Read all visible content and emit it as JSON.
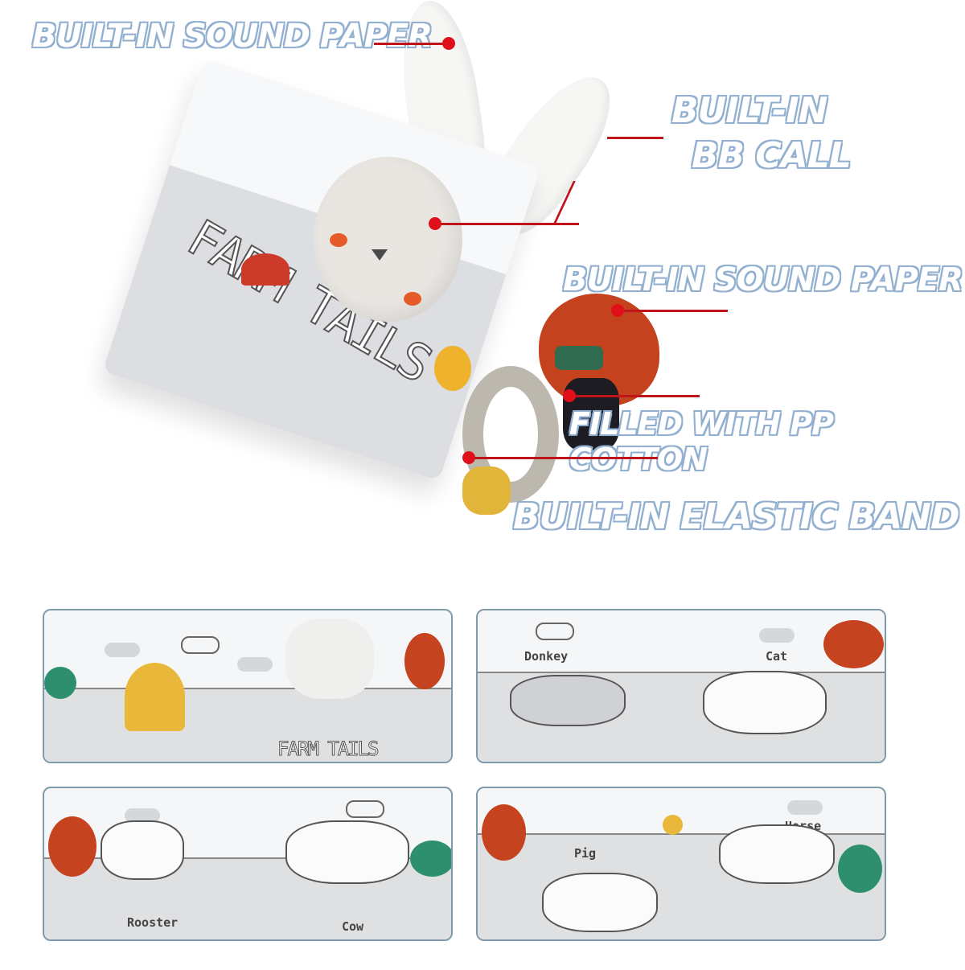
{
  "callouts": [
    {
      "id": "sound-paper-top",
      "text": "BUILT-IN SOUND PAPER"
    },
    {
      "id": "bb-call",
      "line1": "BUILT-IN",
      "line2": "BB CALL"
    },
    {
      "id": "sound-paper-mid",
      "text": "BUILT-IN SOUND PAPER"
    },
    {
      "id": "pp-cotton",
      "text": "FILLED WITH PP COTTON"
    },
    {
      "id": "elastic-band",
      "text": "BUILT-IN ELASTIC BAND"
    }
  ],
  "product": {
    "cover_title": "FARM TAILS",
    "colors": {
      "callout_outline": "#86a6c8",
      "pointer": "#c0141b",
      "plush_red": "#c4421d",
      "plush_yellow": "#e1b53a",
      "plush_green": "#2e8f6e"
    }
  },
  "panels": [
    {
      "id": "cover-spread",
      "title": "FARM TAILS"
    },
    {
      "id": "donkey-cat",
      "labels": [
        "Donkey",
        "Cat"
      ]
    },
    {
      "id": "rooster-cow",
      "labels": [
        "Rooster",
        "Cow"
      ]
    },
    {
      "id": "pig-horse",
      "labels": [
        "Pig",
        "Horse"
      ]
    }
  ]
}
